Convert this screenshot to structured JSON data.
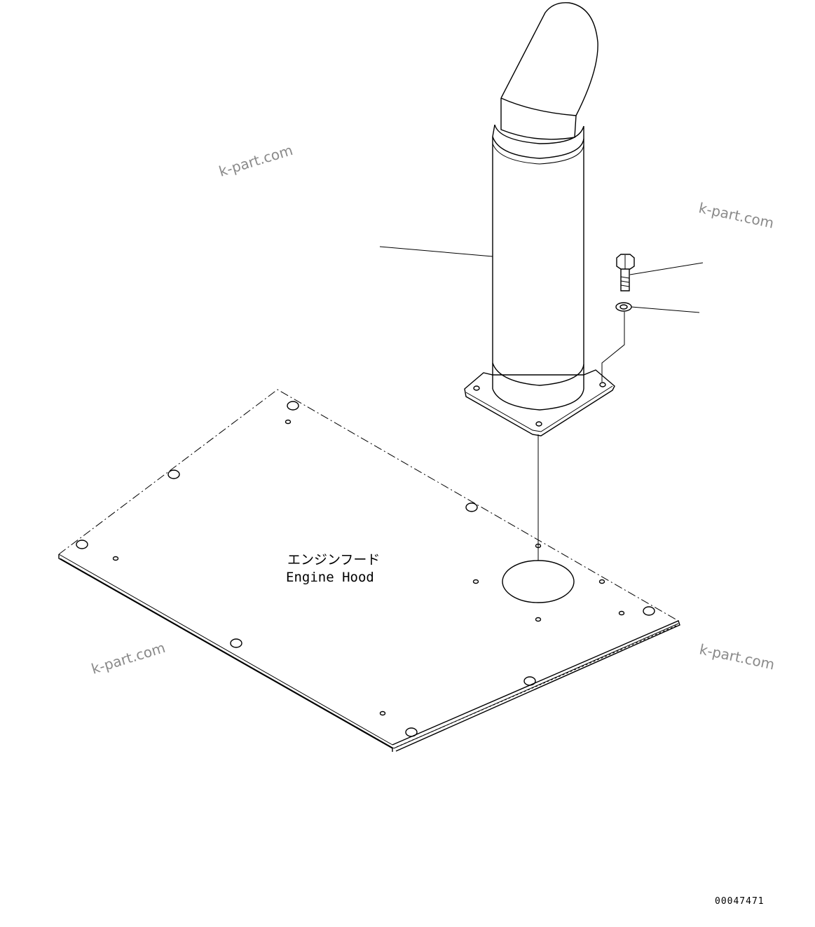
{
  "diagram": {
    "part_label_jp": "エンジンフード",
    "part_label_en": "Engine Hood",
    "drawing_code": "00047471",
    "watermarks": [
      "k-part.com",
      "k-part.com",
      "k-part.com",
      "k-part.com"
    ]
  },
  "colors": {
    "line": "#000000",
    "watermark": "#8a8a8a",
    "background": "#ffffff"
  }
}
